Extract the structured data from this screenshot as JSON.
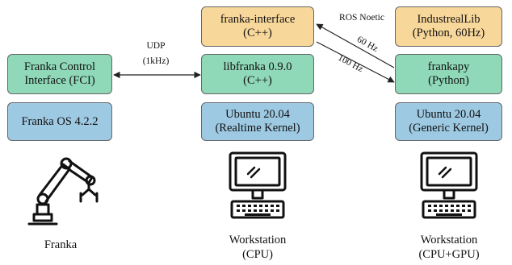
{
  "boxes": {
    "franka_interface": {
      "line1": "franka-interface",
      "line2": "(C++)"
    },
    "industreallib": {
      "line1": "IndustrealLib",
      "line2": "(Python, 60Hz)"
    },
    "fci": {
      "line1": "Franka Control",
      "line2": "Interface (FCI)"
    },
    "libfranka": {
      "line1": "libfranka 0.9.0",
      "line2": "(C++)"
    },
    "frankapy": {
      "line1": "frankapy",
      "line2": "(Python)"
    },
    "franka_os": {
      "line1": "Franka OS 4.2.2"
    },
    "ubuntu_rt": {
      "line1": "Ubuntu 20.04",
      "line2": "(Realtime Kernel)"
    },
    "ubuntu_generic": {
      "line1": "Ubuntu 20.04",
      "line2": "(Generic Kernel)"
    }
  },
  "edges": {
    "udp": {
      "line1": "UDP",
      "line2": "(1kHz)"
    },
    "ros": "ROS Noetic",
    "rate_top": "60 Hz",
    "rate_bottom": "100 Hz"
  },
  "captions": {
    "robot": {
      "line1": "Franka"
    },
    "ws_cpu": {
      "line1": "Workstation",
      "line2": "(CPU)"
    },
    "ws_gpu": {
      "line1": "Workstation",
      "line2": "(CPU+GPU)"
    }
  },
  "colors": {
    "orange": "#f8d79a",
    "green": "#8fd8b8",
    "blue": "#9ec9e2"
  },
  "icons": [
    "robot-arm-icon",
    "workstation-cpu-icon",
    "workstation-gpu-icon"
  ]
}
